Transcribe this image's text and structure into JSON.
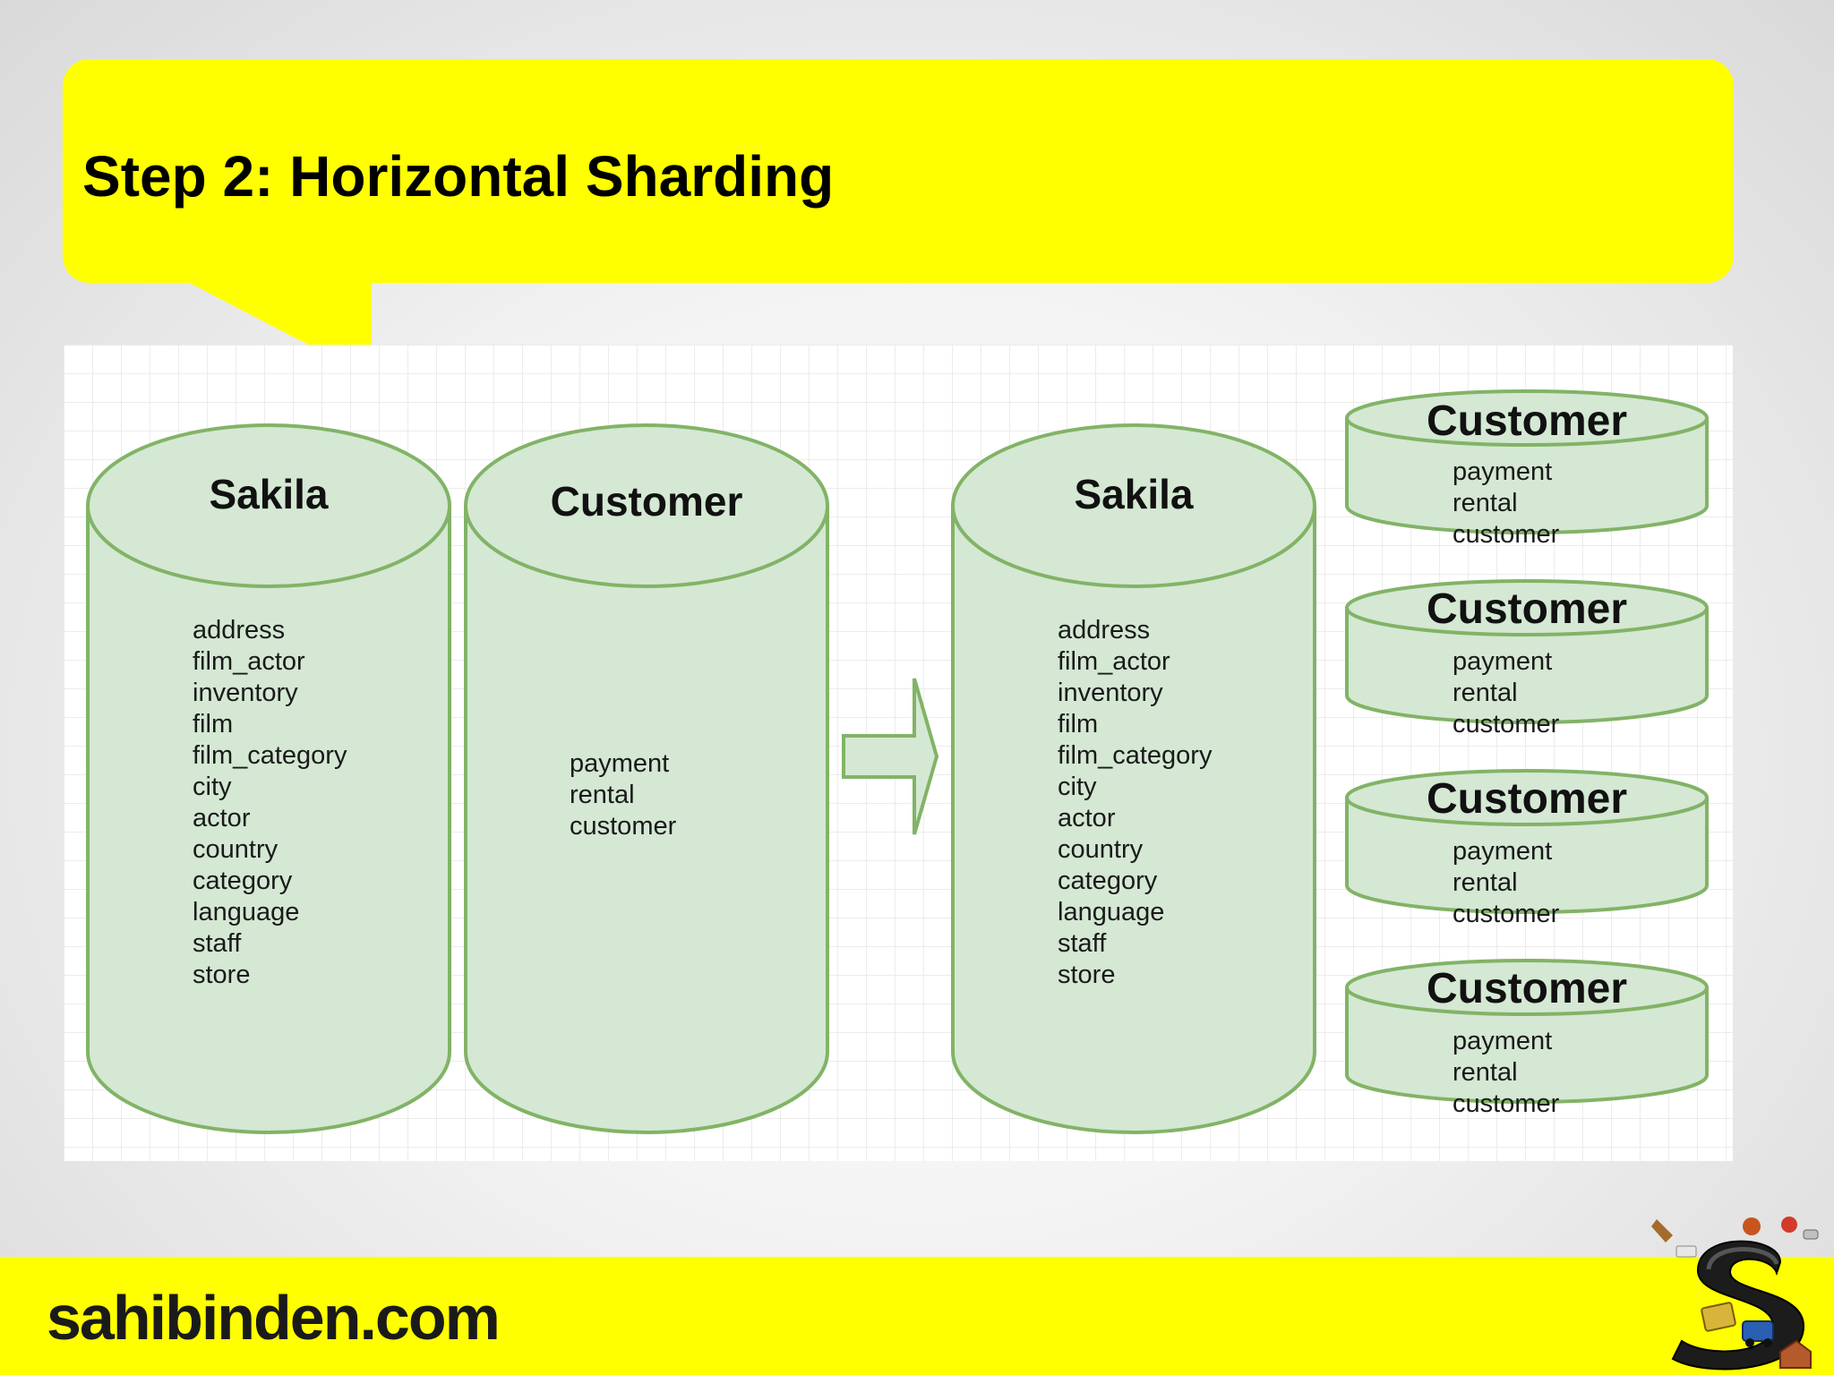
{
  "slide": {
    "title": "Step 2: Horizontal Sharding",
    "brand": "sahibinden.com"
  },
  "colors": {
    "accent_yellow": "#ffff00",
    "cylinder_fill": "#d4e8d4",
    "cylinder_stroke": "#82b366",
    "grid_line": "#e6e6e6"
  },
  "diagram": {
    "before": {
      "sakila": {
        "title": "Sakila",
        "tables": [
          "address",
          "film_actor",
          "inventory",
          "film",
          "film_category",
          "city",
          "actor",
          "country",
          "category",
          "language",
          "staff",
          "store"
        ]
      },
      "customer": {
        "title": "Customer",
        "tables": [
          "payment",
          "rental",
          "customer"
        ]
      }
    },
    "arrow_icon": "right-arrow-icon",
    "after": {
      "sakila": {
        "title": "Sakila",
        "tables": [
          "address",
          "film_actor",
          "inventory",
          "film",
          "film_category",
          "city",
          "actor",
          "country",
          "category",
          "language",
          "staff",
          "store"
        ]
      },
      "shards": [
        {
          "title": "Customer",
          "tables": [
            "payment",
            "rental",
            "customer"
          ]
        },
        {
          "title": "Customer",
          "tables": [
            "payment",
            "rental",
            "customer"
          ]
        },
        {
          "title": "Customer",
          "tables": [
            "payment",
            "rental",
            "customer"
          ]
        },
        {
          "title": "Customer",
          "tables": [
            "payment",
            "rental",
            "customer"
          ]
        }
      ]
    }
  }
}
